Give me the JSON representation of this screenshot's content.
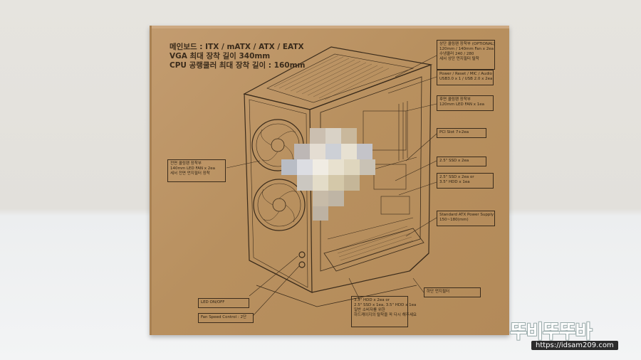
{
  "specs": {
    "line1": "메인보드 : ITX / mATX / ATX / EATX",
    "line2": "VGA 최대 장착 길이 340mm",
    "line3": "CPU 공랭쿨러 최대 장착 길이 : 160mm"
  },
  "callouts": {
    "top_cooling": [
      "상단 쿨링팬 장착부 (OPTIONAL)",
      "120mm / 140mm Fan x 2ea",
      "수냉쿨러 240 / 280",
      "세서 상단 먼지필터 탈착"
    ],
    "front_io": [
      "Power / Reset / MIC / Audio",
      "USB3.0 x 1 / USB 2.0 x 2ea"
    ],
    "rear_cooling": [
      "후면 쿨링팬 장착부",
      "120mm LED FAN x 1ea"
    ],
    "pci": [
      "PCI Slot 7+2ea"
    ],
    "ssd": [
      "2.5\" SSD x 2ea"
    ],
    "ssd_hdd": [
      "2.5\" SSD x 2ea or",
      "3.5\" HDD x 1ea"
    ],
    "psu": [
      "Standard ATX Power Supply",
      "150~180(mm)"
    ],
    "bottom_filter": [
      "하단 먼지필터"
    ],
    "hdd_cage": [
      "3.5\" HDD x 2ea or",
      "2.5\" SSD x 1ea, 3.5\" HDD x 1ea",
      "",
      "일반 소비자를 위한",
      "하드케이지의 탈착을 꼭 다시 해주세요"
    ],
    "front_cooling": [
      "전면 쿨링팬 장착부",
      "140mm LED FAN x 2ea",
      "세서 전면 먼지필터 장착"
    ],
    "led": [
      "LED ON/OFF"
    ],
    "fan_speed": [
      "Fan Speed Control : 2단"
    ]
  },
  "watermark": {
    "logo": "뚜비뚜뚜바",
    "url": "https://idsam209.com"
  },
  "colors": {
    "cardboard": "#b8905f",
    "ink": "#3a2b1b"
  }
}
